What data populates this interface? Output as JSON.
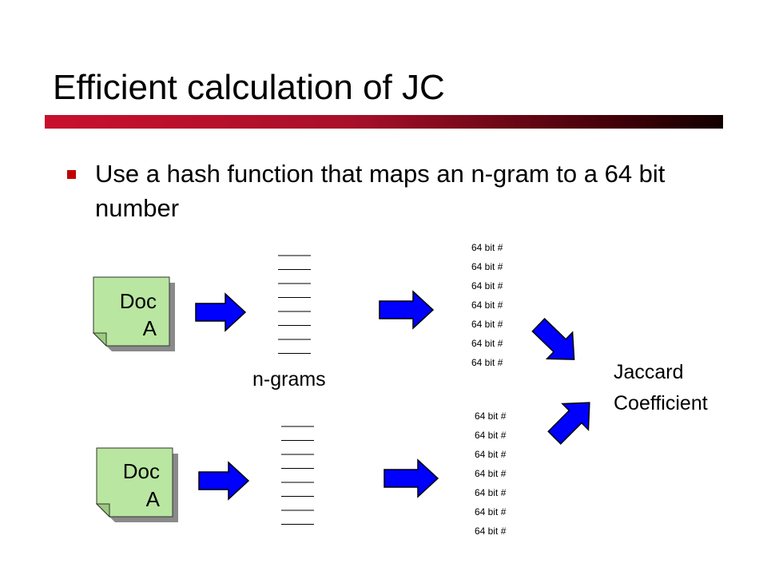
{
  "slide": {
    "title": "Efficient calculation of JC",
    "bullet": "Use a hash function that maps an n-gram to a 64 bit number"
  },
  "diagram": {
    "doc_top": {
      "line1": "Doc",
      "line2": "A"
    },
    "doc_bottom": {
      "line1": "Doc",
      "line2": "A"
    },
    "ngrams_label": "n-grams",
    "hash_label": "64 bit #",
    "result_line1": "Jaccard",
    "result_line2": "Coefficient",
    "colors": {
      "doc_fill": "#b9e6a0",
      "arrow_fill": "#0000ff",
      "title_bar": "#c8102e",
      "bullet": "#c00000"
    }
  }
}
